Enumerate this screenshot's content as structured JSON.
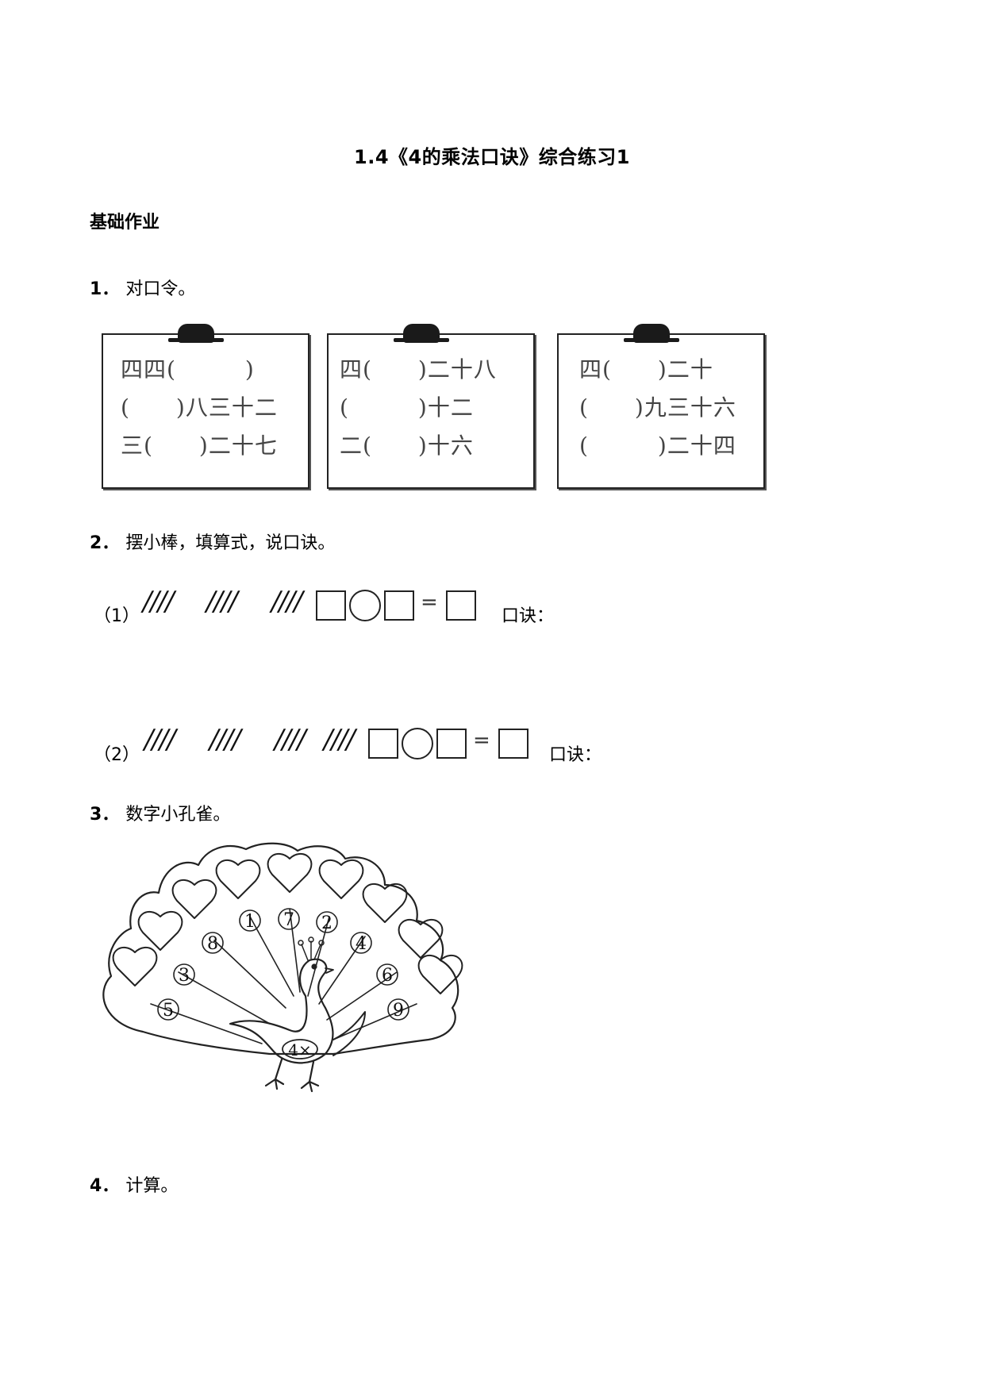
{
  "title": "1.4《4的乘法口诀》综合练习1",
  "section": "基础作业",
  "q1": {
    "num": "1．",
    "text": "对口令。",
    "cards": [
      {
        "lines": [
          "四四(　　　)",
          "(　　)八三十二",
          "三(　　)二十七"
        ]
      },
      {
        "lines": [
          "四(　　)二十八",
          "(　　　)十二",
          "二(　　)十六"
        ]
      },
      {
        "lines": [
          "四(　　)二十",
          "(　　)九三十六",
          "(　　　)二十四"
        ]
      }
    ]
  },
  "q2": {
    "num": "2．",
    "text": "摆小棒，填算式，说口诀。",
    "parts": [
      {
        "label": "（1）",
        "sticks": [
          "////",
          "////",
          "////"
        ],
        "equals": "=",
        "koujue": "口诀："
      },
      {
        "label": "（2）",
        "sticks": [
          "////",
          "////",
          "////",
          "////"
        ],
        "equals": "=",
        "koujue": "口诀："
      }
    ]
  },
  "q3": {
    "num": "3．",
    "text": "数字小孔雀。",
    "center": "4×",
    "numbers": [
      "5",
      "3",
      "8",
      "1",
      "7",
      "2",
      "4",
      "6",
      "9"
    ]
  },
  "q4": {
    "num": "4．",
    "text": "计算。"
  }
}
